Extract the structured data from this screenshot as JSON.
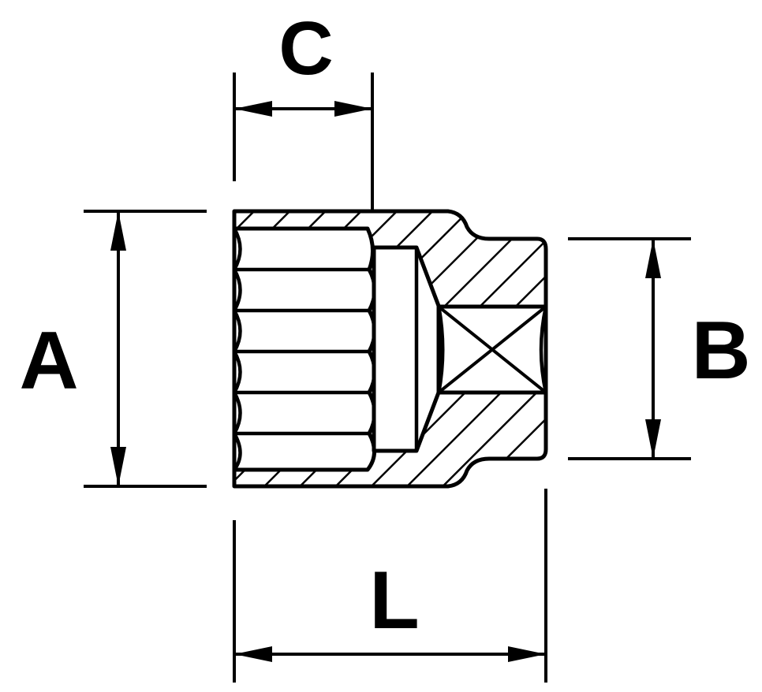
{
  "diagram": {
    "labels": {
      "a": "A",
      "b": "B",
      "c": "C",
      "l": "L"
    },
    "colors": {
      "line": "#000000",
      "background": "#ffffff"
    }
  }
}
